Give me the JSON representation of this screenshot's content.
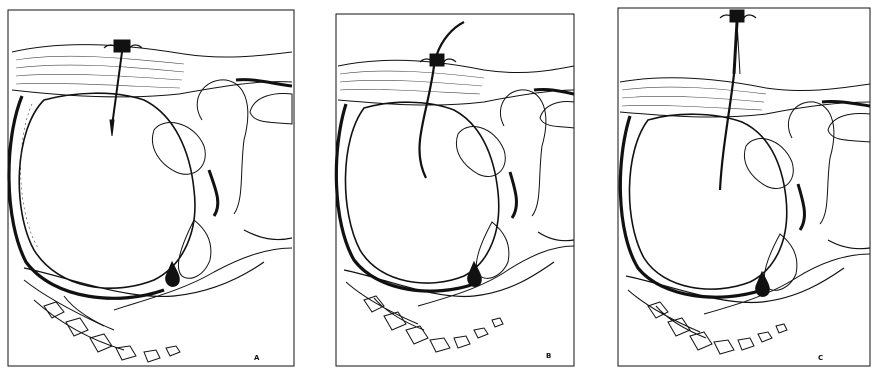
{
  "figure": {
    "panels": [
      {
        "letter": "A",
        "catheter": "trocar"
      },
      {
        "letter": "B",
        "catheter": "curved-catheter"
      },
      {
        "letter": "C",
        "catheter": "straight-catheter"
      }
    ]
  },
  "colors": {
    "ink": "#111111",
    "paper": "#ffffff",
    "hatch": "#444444"
  }
}
